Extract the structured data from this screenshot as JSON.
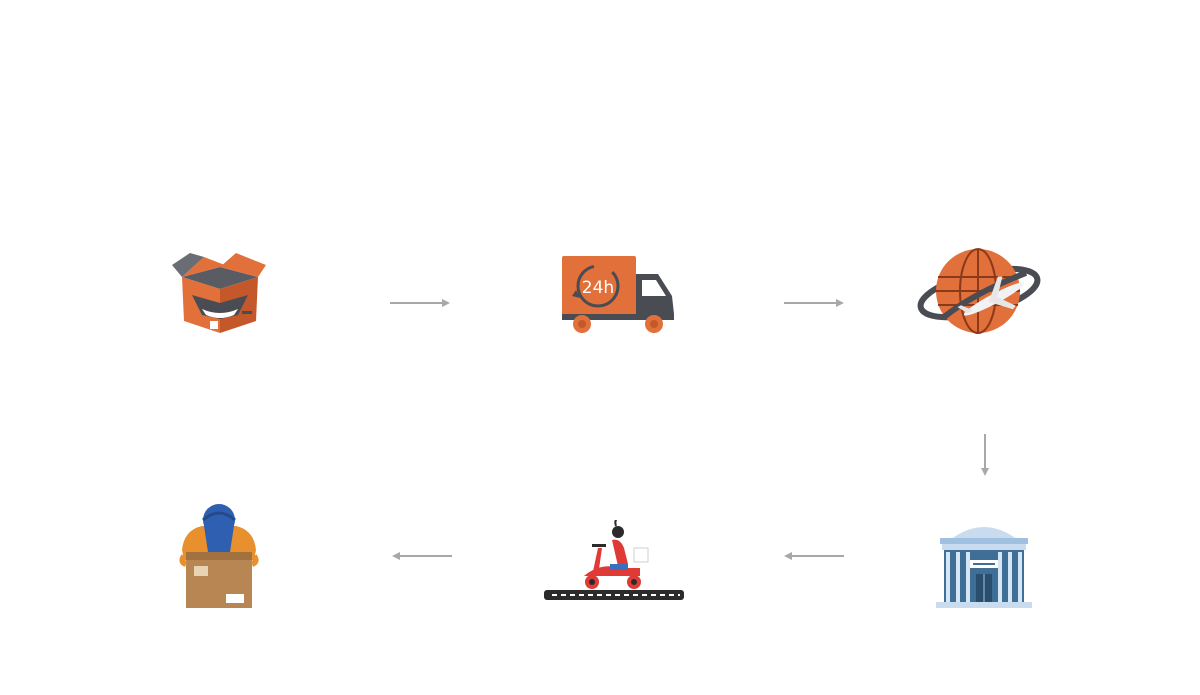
{
  "colors": {
    "orange": "#e2703a",
    "orange_dark": "#c4582a",
    "charcoal": "#4a4c54",
    "arrow": "#a8a8a8",
    "blue": "#2f5fb0",
    "cardboard": "#b88653",
    "scooter_red": "#e03a36",
    "building_blue": "#3f6f96",
    "building_light": "#c9dcef"
  },
  "diagram": {
    "nodes": [
      {
        "id": "packed-parcel",
        "icon": "open-box-icon"
      },
      {
        "id": "courier-truck",
        "icon": "delivery-truck-icon",
        "badge": "24h"
      },
      {
        "id": "air-freight",
        "icon": "globe-airplane-icon"
      },
      {
        "id": "customs-office",
        "icon": "government-building-icon"
      },
      {
        "id": "last-mile-courier",
        "icon": "scooter-courier-icon"
      },
      {
        "id": "recipient",
        "icon": "person-holding-box-icon"
      }
    ],
    "edges": [
      {
        "from": "packed-parcel",
        "to": "courier-truck"
      },
      {
        "from": "courier-truck",
        "to": "air-freight"
      },
      {
        "from": "air-freight",
        "to": "customs-office"
      },
      {
        "from": "customs-office",
        "to": "last-mile-courier"
      },
      {
        "from": "last-mile-courier",
        "to": "recipient"
      }
    ]
  }
}
